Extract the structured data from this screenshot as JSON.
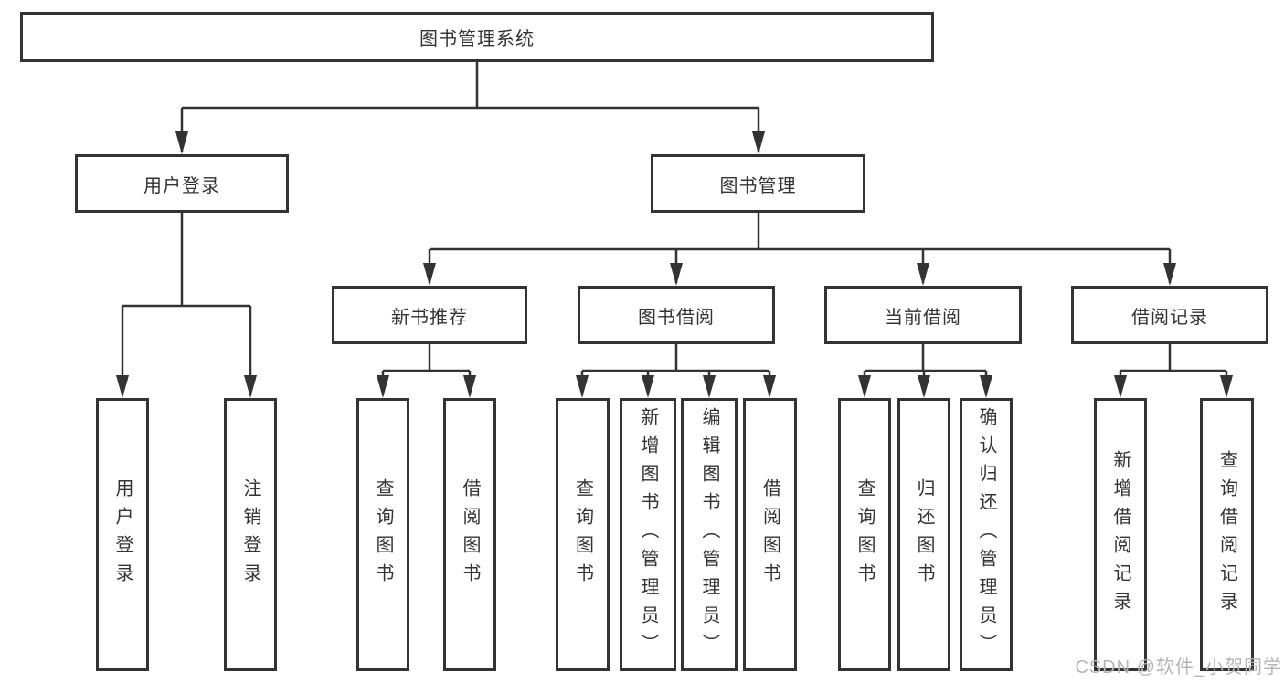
{
  "tree": {
    "root": {
      "label": "图书管理系统"
    },
    "branches": [
      {
        "label": "用户登录",
        "children": [
          {
            "label": "用户登录"
          },
          {
            "label": "注销登录"
          }
        ]
      },
      {
        "label": "图书管理",
        "sections": [
          {
            "label": "新书推荐",
            "children": [
              {
                "label": "查询图书"
              },
              {
                "label": "借阅图书"
              }
            ]
          },
          {
            "label": "图书借阅",
            "children": [
              {
                "label": "查询图书"
              },
              {
                "label": "新增图书（管理员）"
              },
              {
                "label": "编辑图书（管理员）"
              },
              {
                "label": "借阅图书"
              }
            ]
          },
          {
            "label": "当前借阅",
            "children": [
              {
                "label": "查询图书"
              },
              {
                "label": "归还图书"
              },
              {
                "label": "确认归还（管理员）"
              }
            ]
          },
          {
            "label": "借阅记录",
            "children": [
              {
                "label": "新增借阅记录"
              },
              {
                "label": "查询借阅记录"
              }
            ]
          }
        ]
      }
    ]
  },
  "watermark": {
    "text": "CSDN @软件_小贺同学"
  },
  "colors": {
    "line": "#333333",
    "box_border": "#333333",
    "text": "#333333",
    "watermark": "#b5b5b5",
    "background": "#ffffff"
  }
}
